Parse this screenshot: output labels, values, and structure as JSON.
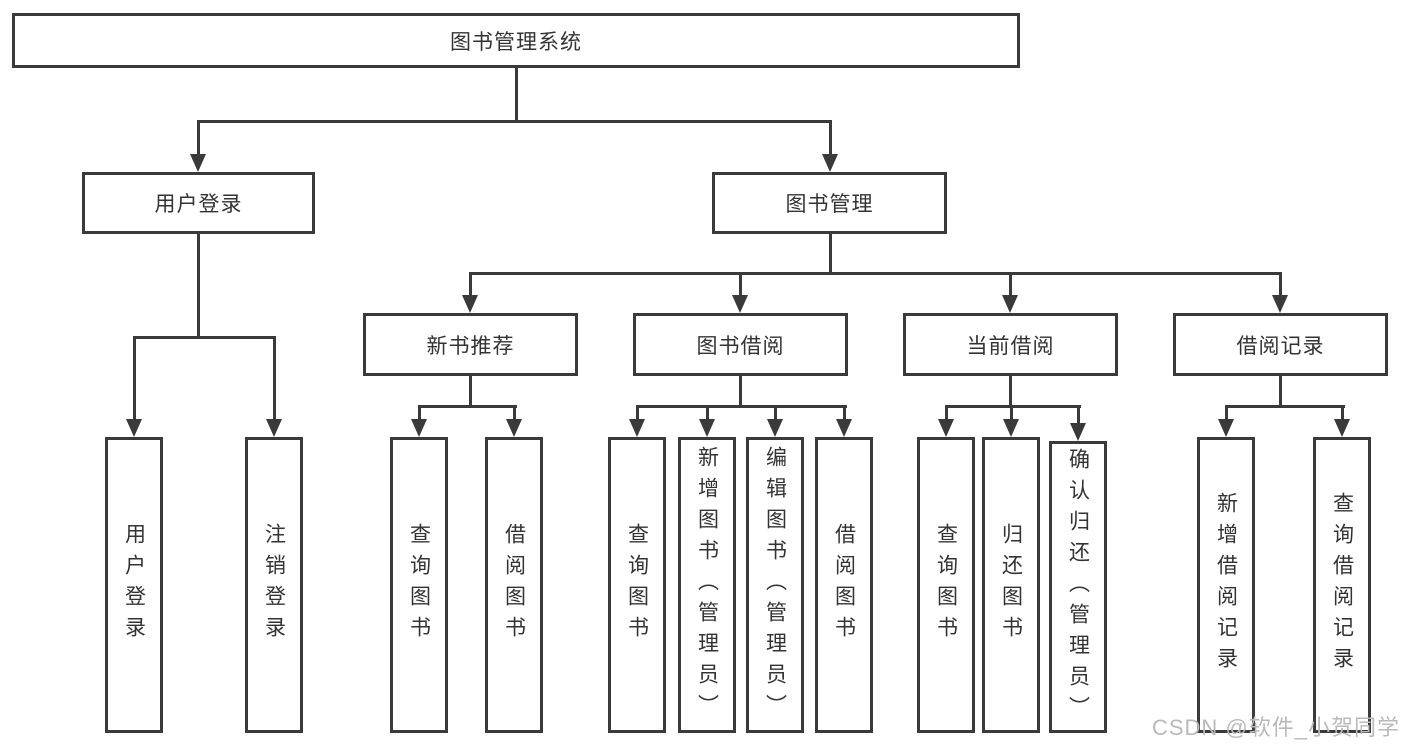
{
  "diagram_title": "图书管理系统",
  "line_color": "#3a3a3a",
  "text_color": "#333333",
  "watermark": "CSDN @软件_小贺同学",
  "tree": {
    "label": "图书管理系统",
    "children": [
      {
        "label": "用户登录",
        "children": [
          {
            "label": "用户登录"
          },
          {
            "label": "注销登录"
          }
        ]
      },
      {
        "label": "图书管理",
        "children": [
          {
            "label": "新书推荐",
            "children": [
              {
                "label": "查询图书"
              },
              {
                "label": "借阅图书"
              }
            ]
          },
          {
            "label": "图书借阅",
            "children": [
              {
                "label": "查询图书"
              },
              {
                "label": "新增图书（管理员）"
              },
              {
                "label": "编辑图书（管理员）"
              },
              {
                "label": "借阅图书"
              }
            ]
          },
          {
            "label": "当前借阅",
            "children": [
              {
                "label": "查询图书"
              },
              {
                "label": "归还图书"
              },
              {
                "label": "确认归还（管理员）"
              }
            ]
          },
          {
            "label": "借阅记录",
            "children": [
              {
                "label": "新增借阅记录"
              },
              {
                "label": "查询借阅记录"
              }
            ]
          }
        ]
      }
    ]
  }
}
